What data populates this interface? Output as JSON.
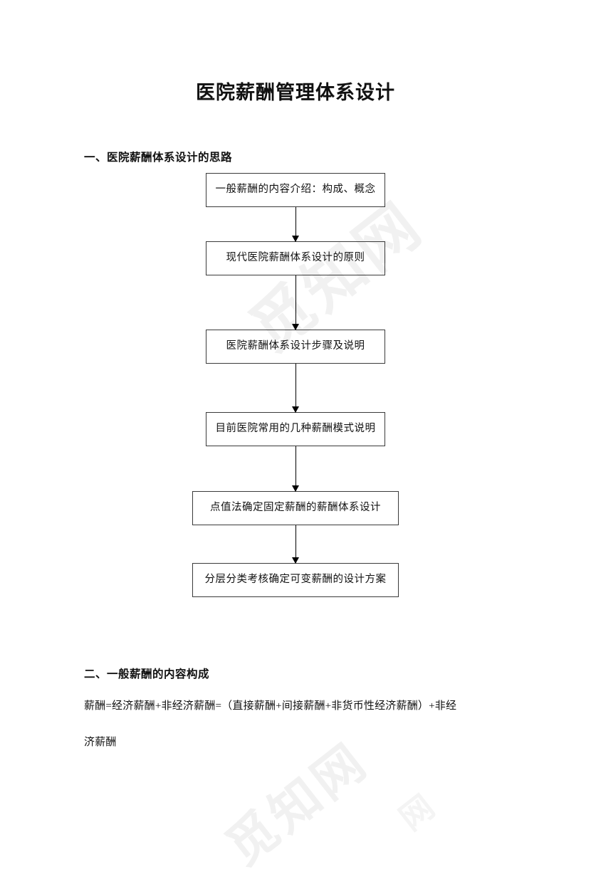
{
  "document": {
    "title": "医院薪酬管理体系设计"
  },
  "sections": [
    {
      "heading": "一、医院薪酬体系设计的思路"
    },
    {
      "heading": "二、一般薪酬的内容构成"
    }
  ],
  "flowchart": {
    "type": "vertical-flow",
    "boxes": [
      {
        "label": "一般薪酬的内容介绍：构成、概念",
        "width": "narrow"
      },
      {
        "label": "现代医院薪酬体系设计的原则",
        "width": "narrow"
      },
      {
        "label": "医院薪酬体系设计步骤及说明",
        "width": "narrow"
      },
      {
        "label": "目前医院常用的几种薪酬模式说明",
        "width": "narrow"
      },
      {
        "label": "点值法确定固定薪酬的薪酬体系设计",
        "width": "wide"
      },
      {
        "label": "分层分类考核确定可变薪酬的设计方案",
        "width": "wide"
      }
    ],
    "connector_count": 5,
    "connector_direction": "down"
  },
  "body": {
    "formula_line_1": "薪酬=经济薪酬+非经济薪酬=（直接薪酬+间接薪酬+非货币性经济薪酬）+非经",
    "formula_line_2": "济薪酬"
  },
  "watermark": {
    "text_1": "觅知网",
    "text_2": "觅知网",
    "text_3": "网"
  },
  "colors": {
    "page_background": "#ffffff",
    "text": "#111111",
    "box_border": "#3a3a3a",
    "arrow": "#000000",
    "watermark": "#f1f1f1"
  }
}
